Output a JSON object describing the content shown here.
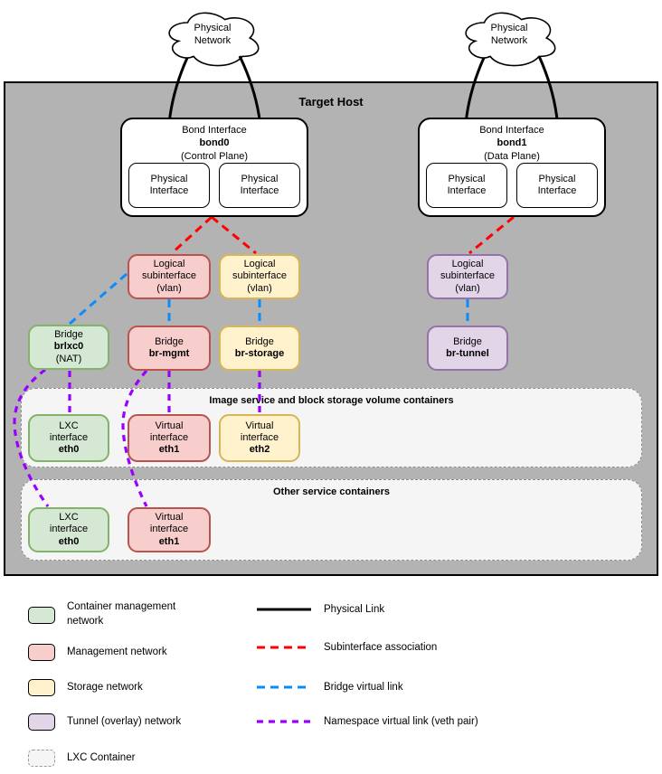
{
  "colors": {
    "host-bg": "#b3b3b3",
    "container-fill": "#f5f5f5",
    "container-stroke": "#8c8c8c",
    "green-fill": "#d5e8d4",
    "green-stroke": "#82b366",
    "red-fill": "#f8cecc",
    "red-stroke": "#b85450",
    "yellow-fill": "#fff2cc",
    "yellow-stroke": "#d6b656",
    "purple-fill": "#e1d5e7",
    "purple-stroke": "#9673a6",
    "link-physical": "#000000",
    "link-subinterface": "#ff0000",
    "link-bridge": "#0a8cff",
    "link-veth": "#9900ff"
  },
  "clouds": {
    "left": "Physical Network",
    "right": "Physical Network"
  },
  "host": {
    "title": "Target Host"
  },
  "bonds": {
    "physical_interface": "Physical Interface",
    "bond0": {
      "title": "Bond Interface",
      "name": "bond0",
      "plane": "(Control Plane)"
    },
    "bond1": {
      "title": "Bond Interface",
      "name": "bond1",
      "plane": "(Data Plane)"
    }
  },
  "subinterface": {
    "label": "Logical subinterface (vlan)"
  },
  "bridges": {
    "brlxc0": {
      "label": "Bridge",
      "name": "brlxc0",
      "note": "(NAT)"
    },
    "br_mgmt": {
      "label": "Bridge",
      "name": "br-mgmt"
    },
    "br_storage": {
      "label": "Bridge",
      "name": "br-storage"
    },
    "br_tunnel": {
      "label": "Bridge",
      "name": "br-tunnel"
    }
  },
  "containers": {
    "image_storage": {
      "title": "Image service and block storage volume containers",
      "interfaces": [
        {
          "type": "LXC interface",
          "name": "eth0"
        },
        {
          "type": "Virtual interface",
          "name": "eth1"
        },
        {
          "type": "Virtual interface",
          "name": "eth2"
        }
      ]
    },
    "other": {
      "title": "Other service containers",
      "interfaces": [
        {
          "type": "LXC interface",
          "name": "eth0"
        },
        {
          "type": "Virtual interface",
          "name": "eth1"
        }
      ]
    }
  },
  "legend": {
    "swatches": [
      {
        "label": "Container management network"
      },
      {
        "label": "Management network"
      },
      {
        "label": "Storage network"
      },
      {
        "label": "Tunnel (overlay) network"
      },
      {
        "label": "LXC Container"
      }
    ],
    "links": [
      {
        "label": "Physical Link"
      },
      {
        "label": "Subinterface association"
      },
      {
        "label": "Bridge virtual link"
      },
      {
        "label": "Namespace virtual link (veth pair)"
      }
    ]
  }
}
